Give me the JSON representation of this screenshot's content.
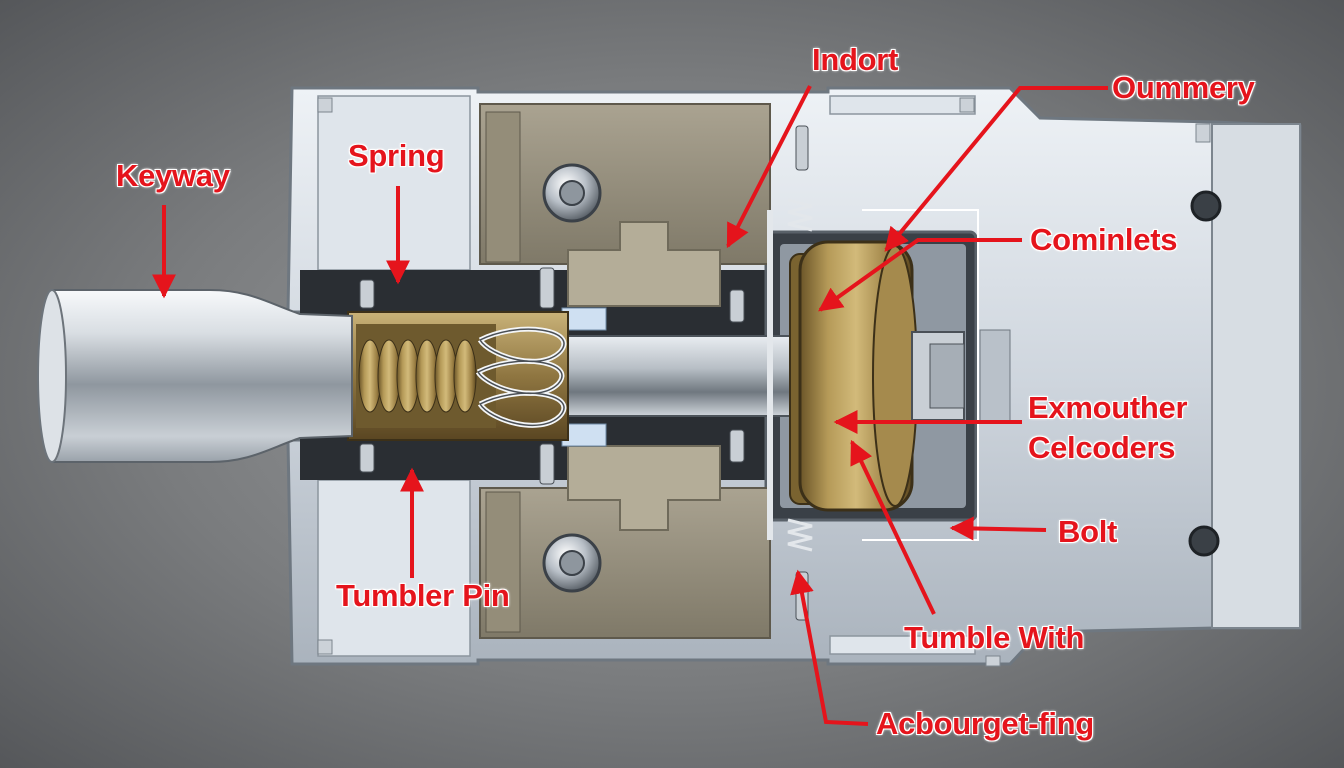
{
  "diagram": {
    "label_color": "#e5141c",
    "labels": {
      "keyway": "Keyway",
      "spring": "Spring",
      "indort": "Indort",
      "oummery": "Oummery",
      "cominlets": "Cominlets",
      "exmouther": "Exmouther",
      "celcoders": "Celcoders",
      "bolt": "Bolt",
      "tumbler_pin": "Tumbler Pin",
      "tumble_with": "Tumble With",
      "acbourget_fing": "Acbourget-fing"
    }
  }
}
